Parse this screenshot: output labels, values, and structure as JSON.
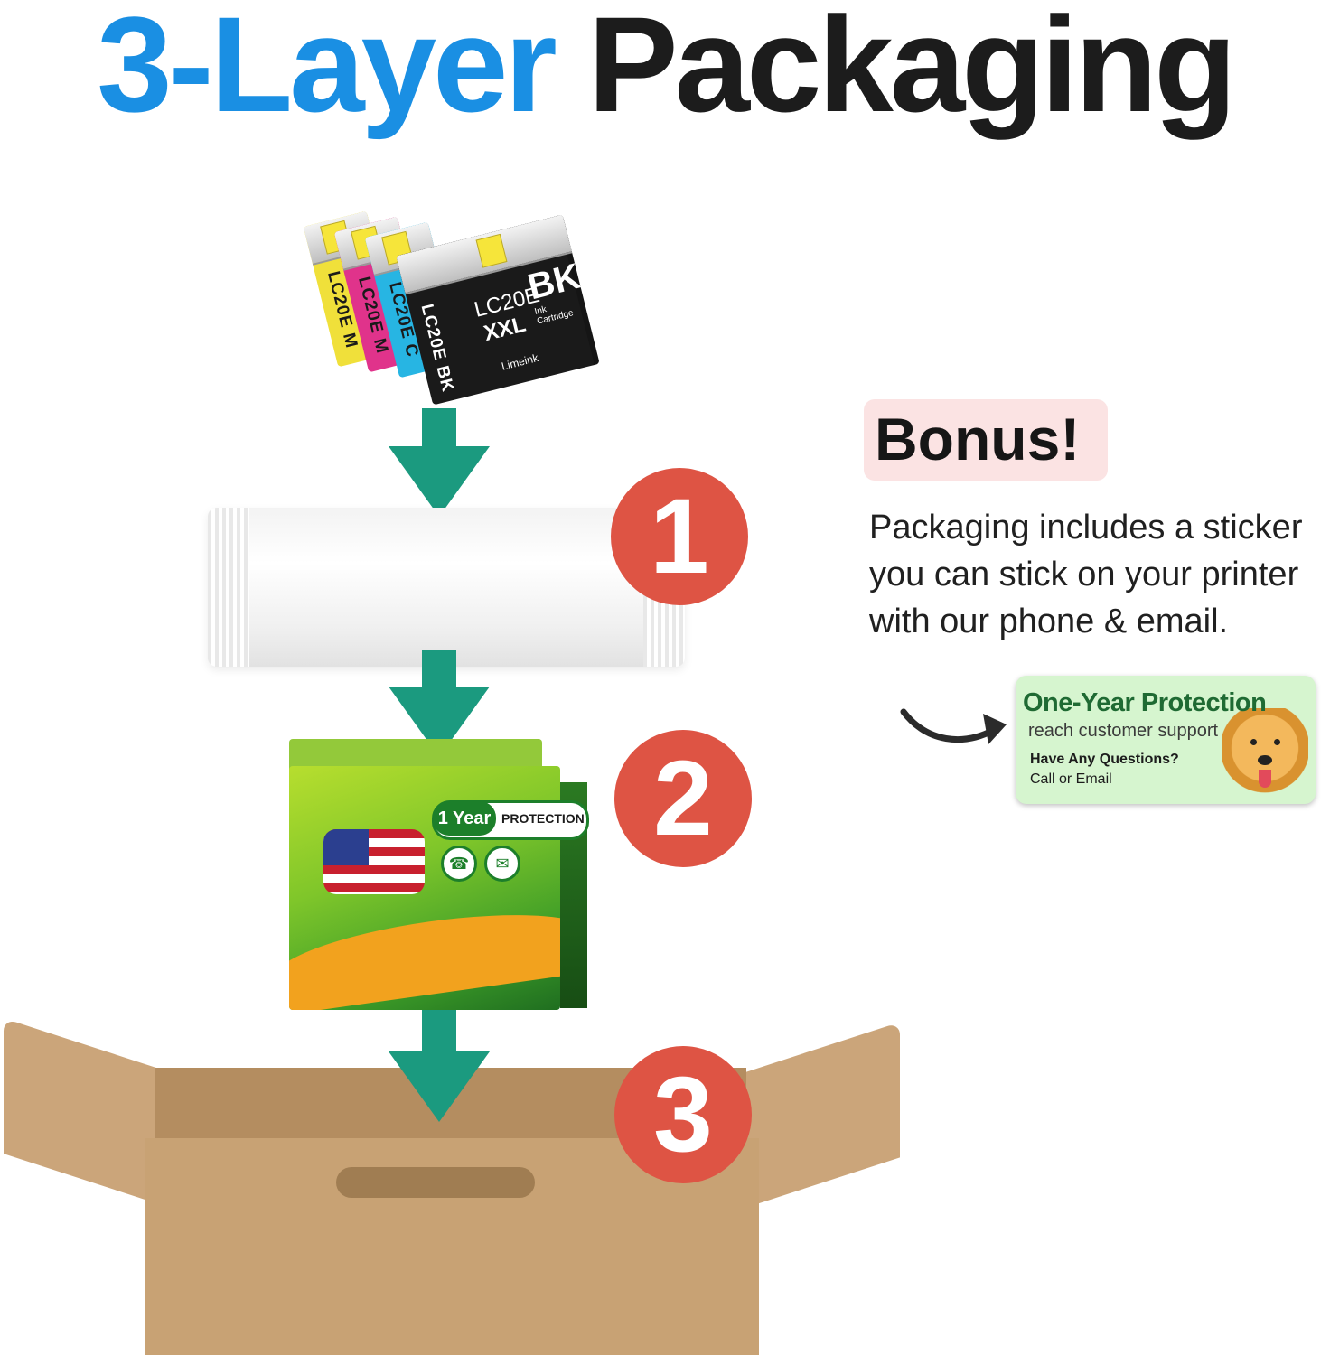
{
  "title": {
    "part1": "3-Layer",
    "part2": "Packaging"
  },
  "colors": {
    "title_blue": "#1a8fe3",
    "arrow": "#1b9a7f",
    "number_circle": "#de5444",
    "bonus_bg": "#fbe3e3",
    "sticker_bg": "#d6f5cf"
  },
  "cartridges": [
    {
      "label": "LC20E M",
      "color": "#f0e03a"
    },
    {
      "label": "LC20E M",
      "color": "#e0338b"
    },
    {
      "label": "LC20E C",
      "color": "#27b5e3"
    },
    {
      "label": "LC20E BK",
      "color": "#1a1a1a"
    }
  ],
  "front_cartridge": {
    "model": "LC20E",
    "size": "XXL",
    "code": "BK",
    "subtitle": "Ink Cartridge",
    "brand": "Limeink"
  },
  "steps": [
    "1",
    "2",
    "3"
  ],
  "box": {
    "year_label": "1 Year",
    "protection_label": "PROTECTION"
  },
  "bonus": {
    "heading": "Bonus!",
    "lines": [
      "Packaging includes a sticker",
      "you can stick on your printer",
      "with our phone & email."
    ]
  },
  "sticker": {
    "title": "One-Year Protection",
    "subtitle": "reach customer support",
    "question": "Have Any Questions?",
    "contact": "Call or Email"
  }
}
